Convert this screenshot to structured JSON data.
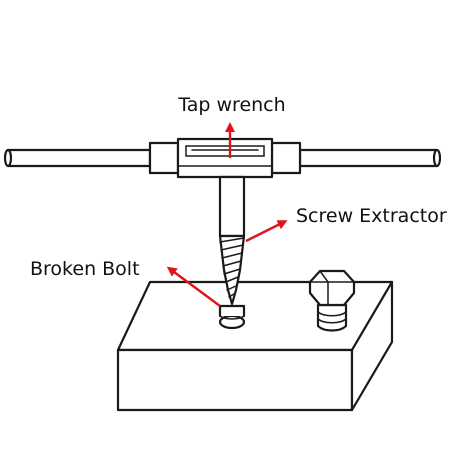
{
  "labels": {
    "tap_wrench": "Tap wrench",
    "screw_extractor": "Screw Extractor",
    "broken_bolt": "Broken Bolt"
  },
  "colors": {
    "arrow": "#e1131b",
    "line": "#1a1a1a",
    "background": "#ffffff"
  }
}
